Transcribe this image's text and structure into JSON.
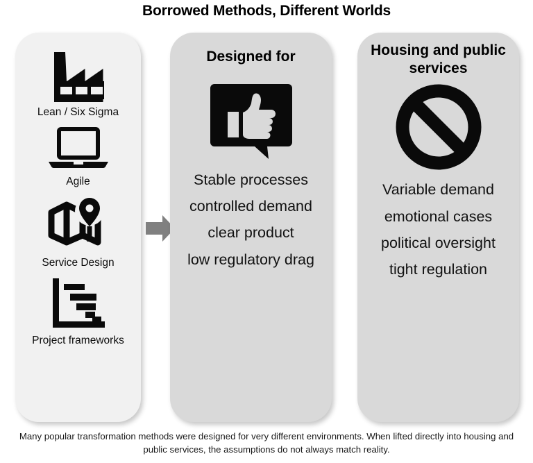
{
  "title": "Borrowed Methods, Different Worlds",
  "methods_panel": {
    "items": [
      {
        "icon": "factory-icon",
        "label": "Lean / Six Sigma"
      },
      {
        "icon": "laptop-icon",
        "label": "Agile"
      },
      {
        "icon": "map-pin-icon",
        "label": "Service Design"
      },
      {
        "icon": "gantt-chart-icon",
        "label": "Project frameworks"
      }
    ]
  },
  "arrow": {
    "icon": "right-arrow-icon",
    "color": "#808080"
  },
  "designed_for_panel": {
    "heading": "Designed for",
    "icon": "thumbs-up-speech-bubble-icon",
    "attributes": [
      "Stable processes",
      "controlled demand",
      "clear product",
      "low regulatory drag"
    ]
  },
  "housing_panel": {
    "heading": "Housing and public services",
    "icon": "prohibition-sign-icon",
    "attributes": [
      "Variable demand",
      "emotional cases",
      "political oversight",
      "tight regulation"
    ]
  },
  "caption": "Many popular transformation methods were designed for very different environments. When lifted directly into housing and public services, the assumptions do not always match reality.",
  "colors": {
    "panel_light": "#f1f1f1",
    "panel_grey": "#d9d9d9",
    "icon_black": "#0a0a0a",
    "arrow_grey": "#808080",
    "background": "#ffffff"
  }
}
